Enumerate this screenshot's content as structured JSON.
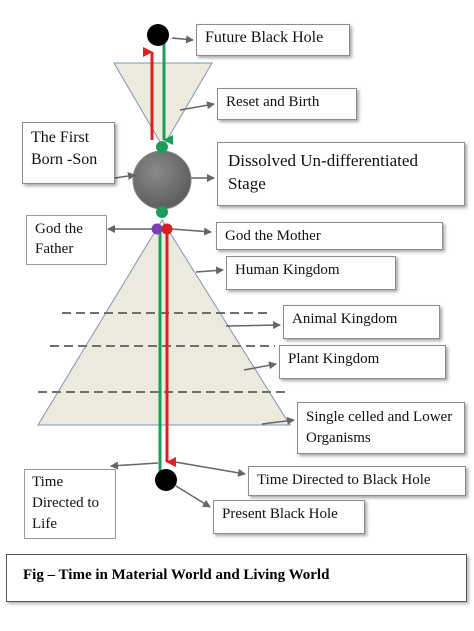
{
  "diagram": {
    "labels": {
      "future_black_hole": "Future Black Hole",
      "reset_and_birth": "Reset and Birth",
      "first_born_son": "The First Born -Son",
      "dissolved_stage": "Dissolved Un-differentiated Stage",
      "god_the_father": "God the Father",
      "god_the_mother": "God the Mother",
      "human_kingdom": "Human Kingdom",
      "animal_kingdom": "Animal Kingdom",
      "plant_kingdom": "Plant Kingdom",
      "single_celled": "Single celled and Lower Organisms",
      "time_directed_to_life": "Time Directed to Life",
      "time_directed_to_black_hole": "Time Directed to Black Hole",
      "present_black_hole": "Present Black Hole"
    },
    "caption": "Fig – Time in Material World and Living World",
    "colors": {
      "cone_fill": "#ece9dd",
      "cone_stroke": "#7f95b5",
      "sphere": "#6e6e6e",
      "arrow_red": "#e02020",
      "arrow_green": "#18a05a",
      "node_green": "#1e9e5a",
      "node_purple": "#7b3fb5",
      "node_red": "#d42020",
      "connector": "#666666"
    }
  }
}
